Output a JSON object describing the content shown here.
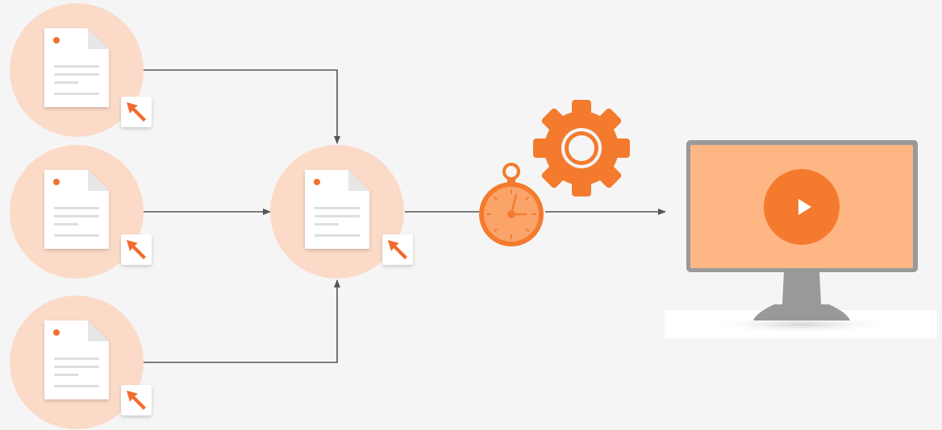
{
  "colors": {
    "background": "#f5f5f5",
    "node_circle": "#fcdac8",
    "document": "#ffffff",
    "document_lines": "#dedede",
    "document_dot": "#f07030",
    "cursor": "#f26a2e",
    "accent": "#f47b2e",
    "connector": "#555555",
    "monitor_frame": "#999999",
    "monitor_screen": "#ffb685",
    "play_button": "#f47b2e"
  },
  "nodes": [
    {
      "id": "source-1",
      "type": "document",
      "icon": "document-icon"
    },
    {
      "id": "source-2",
      "type": "document",
      "icon": "document-icon"
    },
    {
      "id": "source-3",
      "type": "document",
      "icon": "document-icon"
    },
    {
      "id": "merged",
      "type": "document",
      "icon": "document-icon"
    },
    {
      "id": "timer",
      "type": "stopwatch",
      "icon": "stopwatch-icon"
    },
    {
      "id": "process",
      "type": "settings",
      "icon": "gear-icon"
    },
    {
      "id": "output",
      "type": "display",
      "icon": "monitor-icon",
      "content_icon": "play-icon"
    }
  ],
  "edges": [
    {
      "from": "source-1",
      "to": "merged"
    },
    {
      "from": "source-2",
      "to": "merged"
    },
    {
      "from": "source-3",
      "to": "merged"
    },
    {
      "from": "merged",
      "to": "output",
      "via": "timer"
    }
  ]
}
